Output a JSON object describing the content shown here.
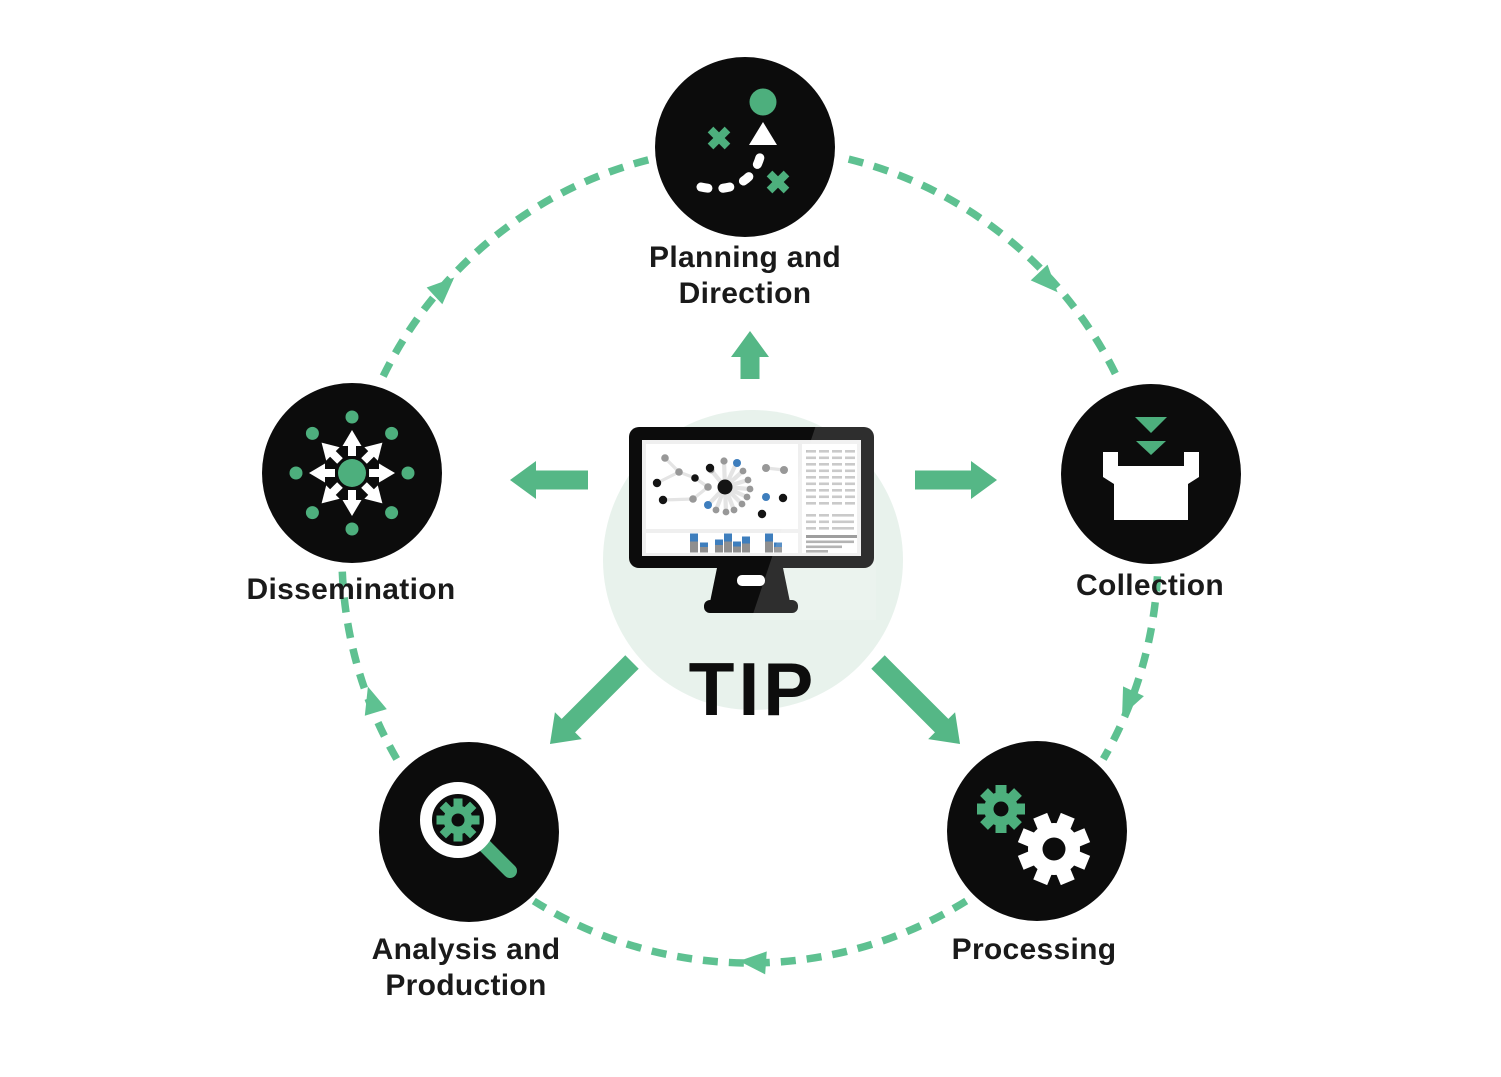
{
  "center": {
    "label": "TIP",
    "icon": "analytics-monitor-icon"
  },
  "stages": [
    {
      "id": "planning-and-direction",
      "label": "Planning and\nDirection",
      "icon": "strategy-route-icon"
    },
    {
      "id": "collection",
      "label": "Collection",
      "icon": "collection-box-icon"
    },
    {
      "id": "processing",
      "label": "Processing",
      "icon": "gears-icon"
    },
    {
      "id": "analysis-and-production",
      "label": "Analysis and\nProduction",
      "icon": "magnifier-gear-icon"
    },
    {
      "id": "dissemination",
      "label": "Dissemination",
      "icon": "radiating-arrows-icon"
    }
  ],
  "flow": {
    "direction": "clockwise",
    "connector_style": "dashed-arc-with-arrowheads"
  },
  "colors": {
    "arrow_green": "#55B786",
    "dash_green": "#5EC191",
    "icon_green": "#4DAF7D",
    "node_black": "#0C0C0C",
    "halo_mint": "#E8F2EC",
    "chart_blue": "#3E7EBD",
    "text_black": "#1A1A1A"
  }
}
